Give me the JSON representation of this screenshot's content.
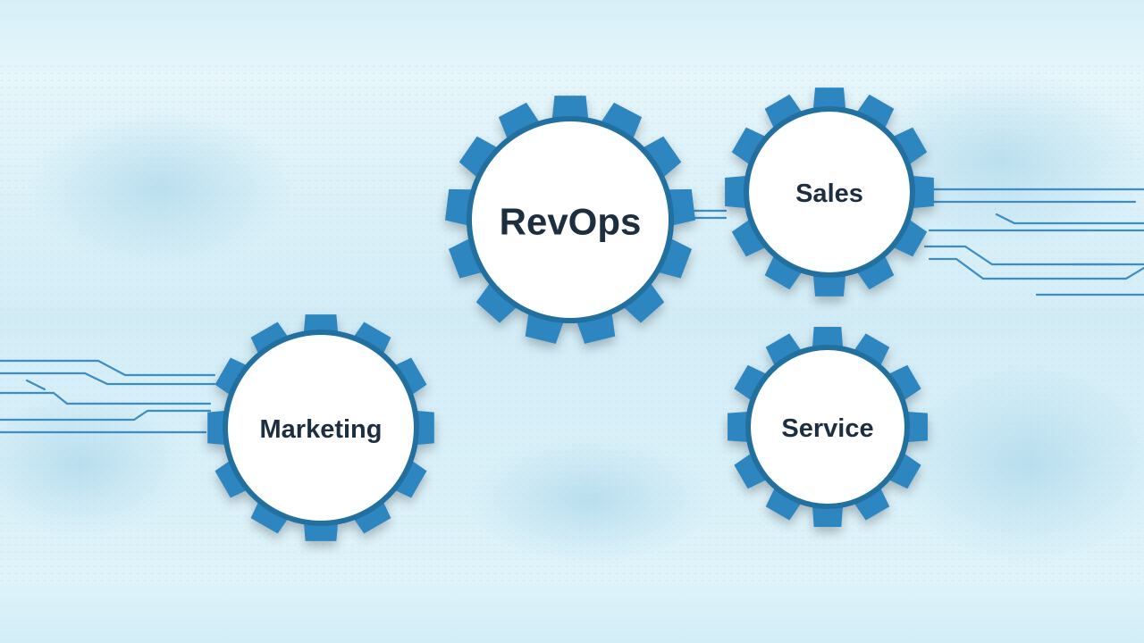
{
  "scene": {
    "gears": [
      {
        "id": "revops",
        "label": "RevOps"
      },
      {
        "id": "sales",
        "label": "Sales"
      },
      {
        "id": "marketing",
        "label": "Marketing"
      },
      {
        "id": "service",
        "label": "Service"
      }
    ]
  },
  "colors": {
    "background_light": "#e4f5fb",
    "background_mid": "#cde9f3",
    "gear_blue": "#2f86c0",
    "gear_blue_dark": "#23709f",
    "gear_inner": "#ffffff",
    "circuit_line": "#3a8ec4",
    "label_text": "#1f2f3f"
  }
}
